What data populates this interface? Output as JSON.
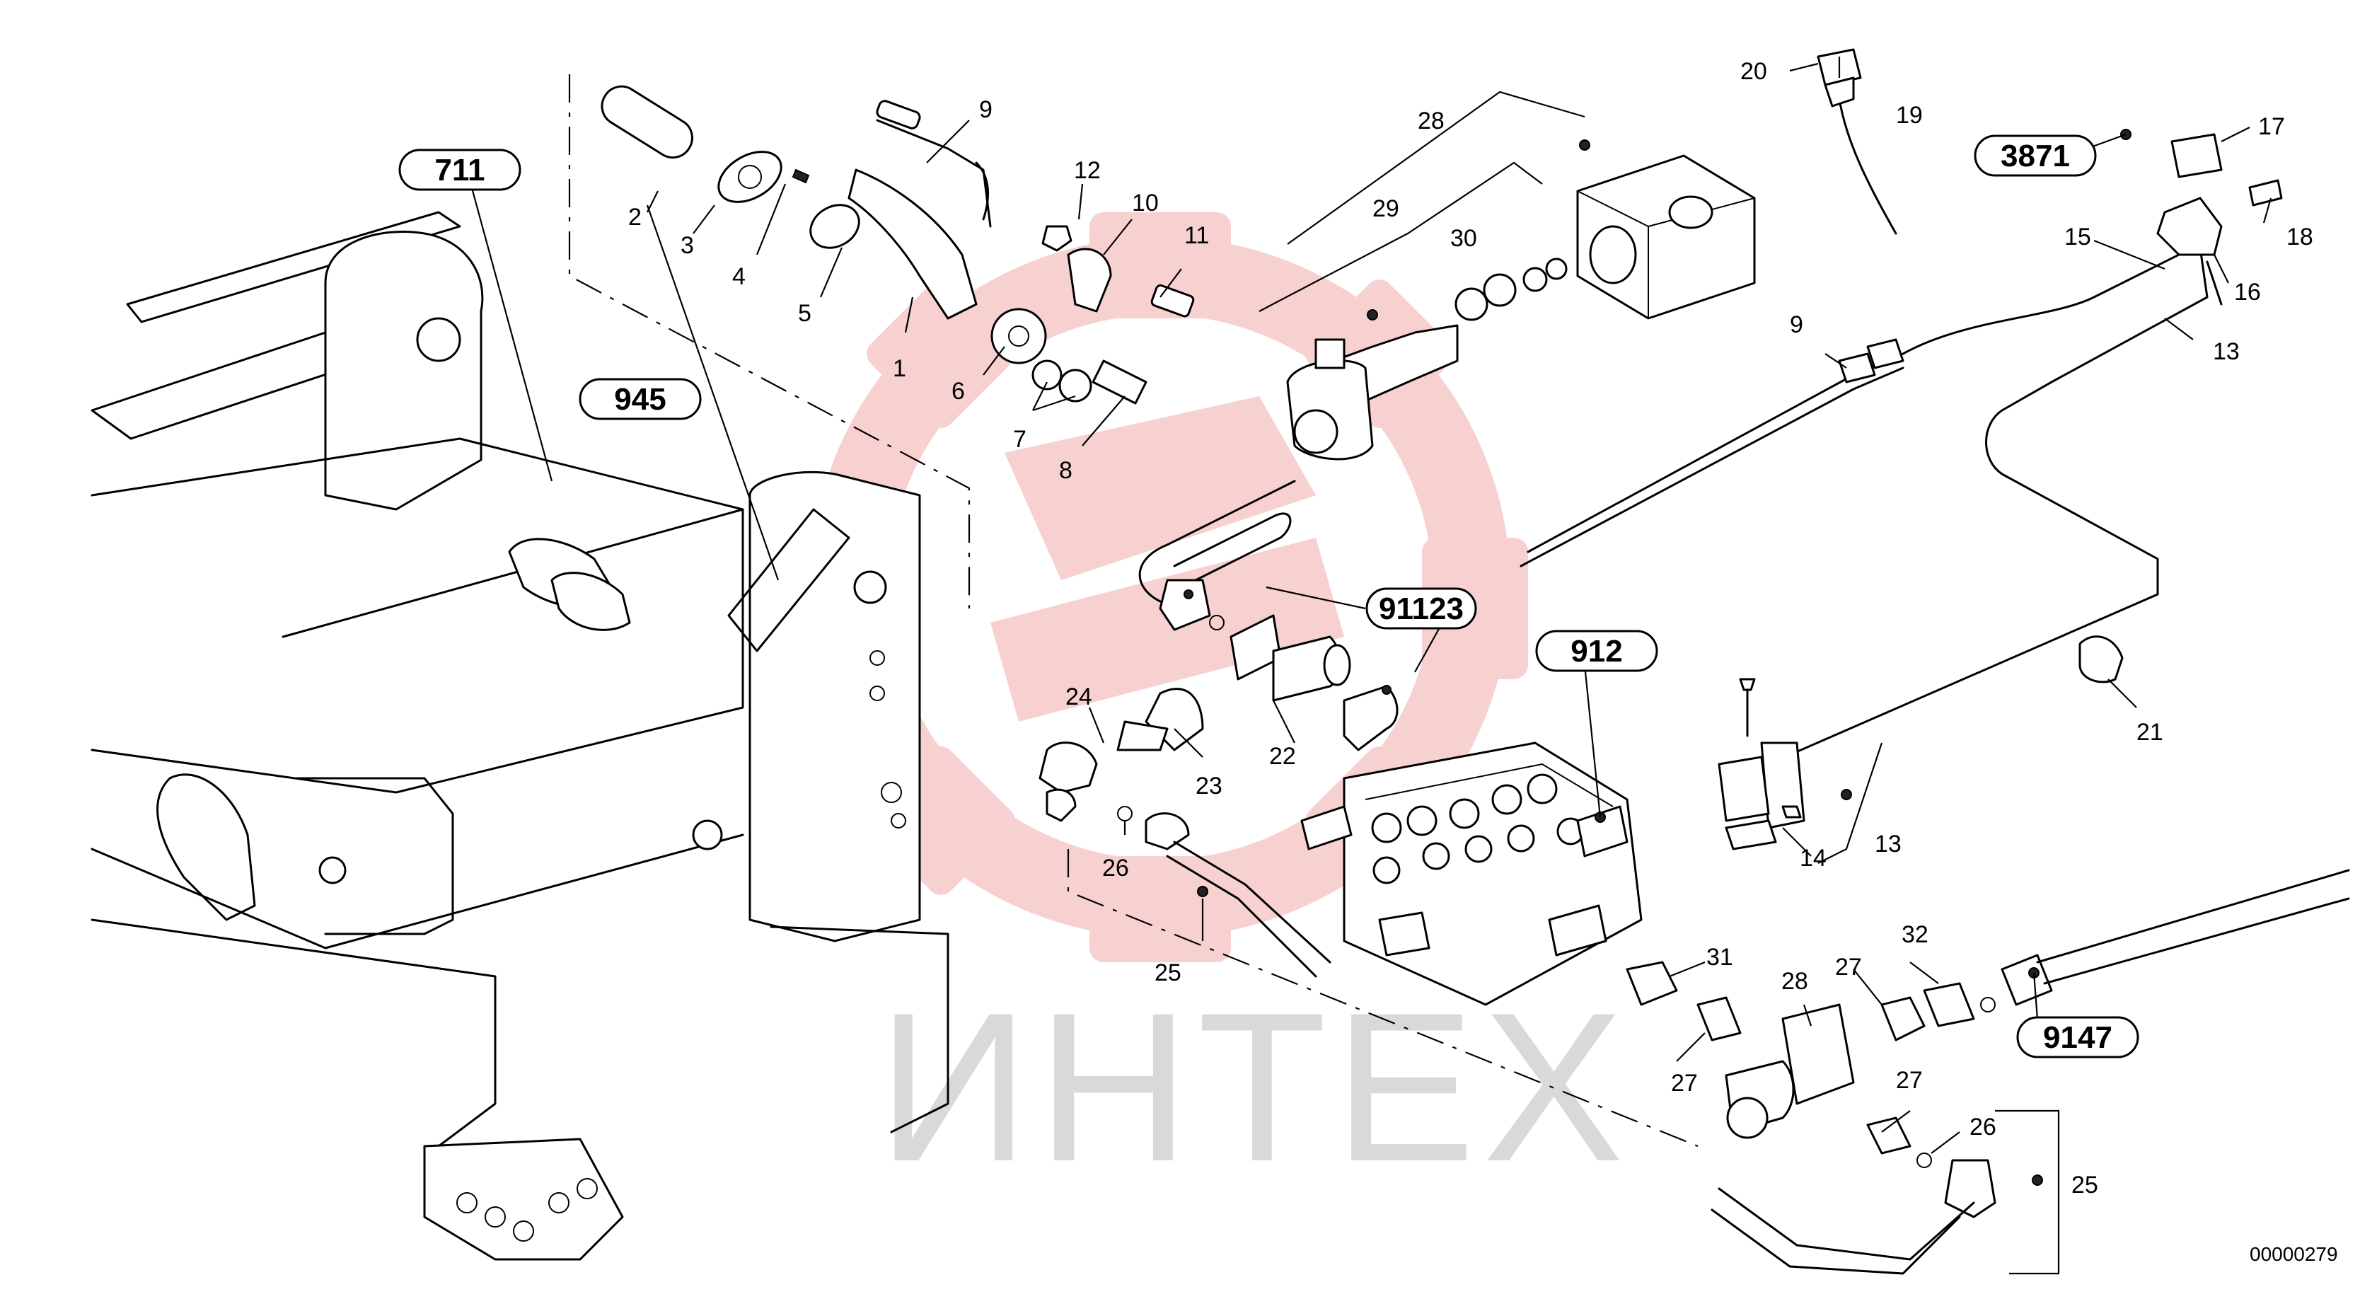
{
  "watermark": {
    "text": "ИНТЕХ",
    "logo_color": "#f6c8c8",
    "text_color": "#d9d9d9"
  },
  "document_number": "00000279",
  "reference_groups": [
    {
      "id": "711",
      "label": "711"
    },
    {
      "id": "945",
      "label": "945"
    },
    {
      "id": "91123",
      "label": "91123"
    },
    {
      "id": "912",
      "label": "912"
    },
    {
      "id": "3871",
      "label": "3871"
    },
    {
      "id": "9147",
      "label": "9147"
    }
  ],
  "callouts": {
    "c1": "1",
    "c2": "2",
    "c3": "3",
    "c4": "4",
    "c5": "5",
    "c6": "6",
    "c7": "7",
    "c8": "8",
    "c9a": "9",
    "c9b": "9",
    "c10": "10",
    "c11": "11",
    "c12": "12",
    "c13a": "13",
    "c13b": "13",
    "c14": "14",
    "c15": "15",
    "c16": "16",
    "c17": "17",
    "c18": "18",
    "c19": "19",
    "c20": "20",
    "c21": "21",
    "c22": "22",
    "c23": "23",
    "c24": "24",
    "c25a": "25",
    "c25b": "25",
    "c26a": "26",
    "c26b": "26",
    "c27a": "27",
    "c27b": "27",
    "c27c": "27",
    "c28a": "28",
    "c28b": "28",
    "c29": "29",
    "c30": "30",
    "c31": "31",
    "c32": "32"
  }
}
